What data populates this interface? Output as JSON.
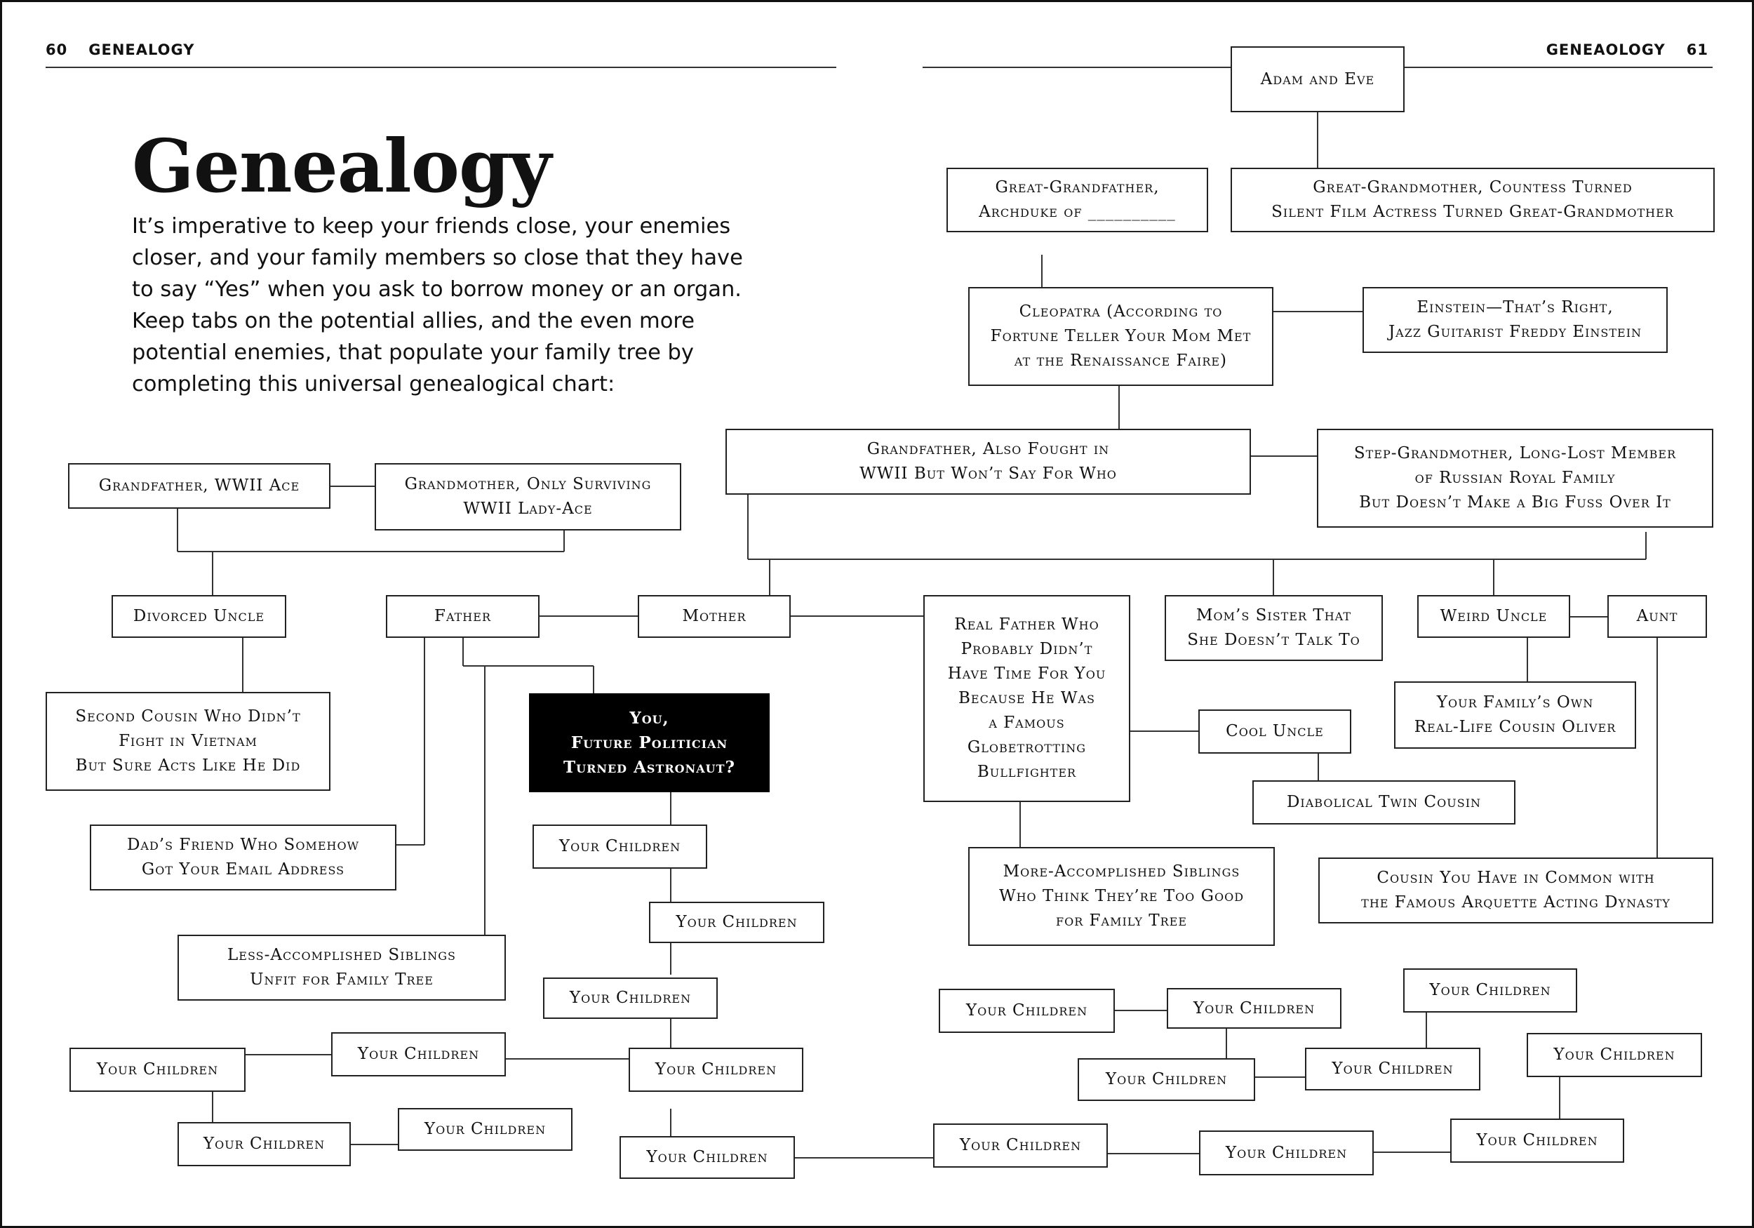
{
  "header": {
    "left_page_number": "60",
    "left_section": "GENEALOGY",
    "right_section": "GENEAOLOGY",
    "right_page_number": "61"
  },
  "title": "Genealogy",
  "intro": "It’s imperative to keep your friends close, your enemies closer, and your family members so close that they have to say “Yes” when you ask to borrow money or an organ. Keep tabs on the potential allies, and the even more potential enemies, that populate your family tree by completing this universal genealogical chart:",
  "tree": {
    "adam_and_eve": "Adam and Eve",
    "great_grandfather": "Great-Grandfather,\nArchduke of __________",
    "great_grandmother": "Great-Grandmother, Countess Turned\nSilent Film Actress Turned Great-Grandmother",
    "cleopatra": "Cleopatra (According to\nFortune Teller Your Mom Met\nat the Renaissance Faire)",
    "einstein": "Einstein—That’s Right,\nJazz Guitarist Freddy Einstein",
    "maternal_grandfather": "Grandfather, Also Fought in\nWWII But Won’t Say For Who",
    "step_grandmother": "Step-Grandmother, Long-Lost Member\nof Russian Royal Family\nBut Doesn’t Make a Big Fuss Over It",
    "paternal_grandfather": "Grandfather, WWII Ace",
    "paternal_grandmother": "Grandmother, Only Surviving\nWWII Lady-Ace",
    "divorced_uncle": "Divorced Uncle",
    "father": "Father",
    "mother": "Mother",
    "real_father": "Real Father Who\nProbably Didn’t\nHave Time For You\nBecause He Was\na Famous\nGlobetrotting\nBullfighter",
    "moms_sister": "Mom’s Sister That\nShe Doesn’t Talk To",
    "weird_uncle": "Weird Uncle",
    "aunt": "Aunt",
    "second_cousin": "Second Cousin Who Didn’t\nFight in Vietnam\nBut Sure Acts Like He Did",
    "you": "You,\nFuture Politician\nTurned Astronaut?",
    "cool_uncle": "Cool Uncle",
    "family_cousin_oliver": "Your Family’s Own\nReal-Life Cousin Oliver",
    "diabolical_twin": "Diabolical Twin Cousin",
    "dads_friend": "Dad’s Friend Who Somehow\nGot Your Email Address",
    "more_accomplished": "More-Accomplished Siblings\nWho Think They’re Too Good\nfor Family Tree",
    "arquette_cousin": "Cousin You Have in Common with\nthe Famous Arquette Acting Dynasty",
    "less_accomplished": "Less-Accomplished Siblings\nUnfit for Family Tree",
    "your_children": "Your Children"
  }
}
